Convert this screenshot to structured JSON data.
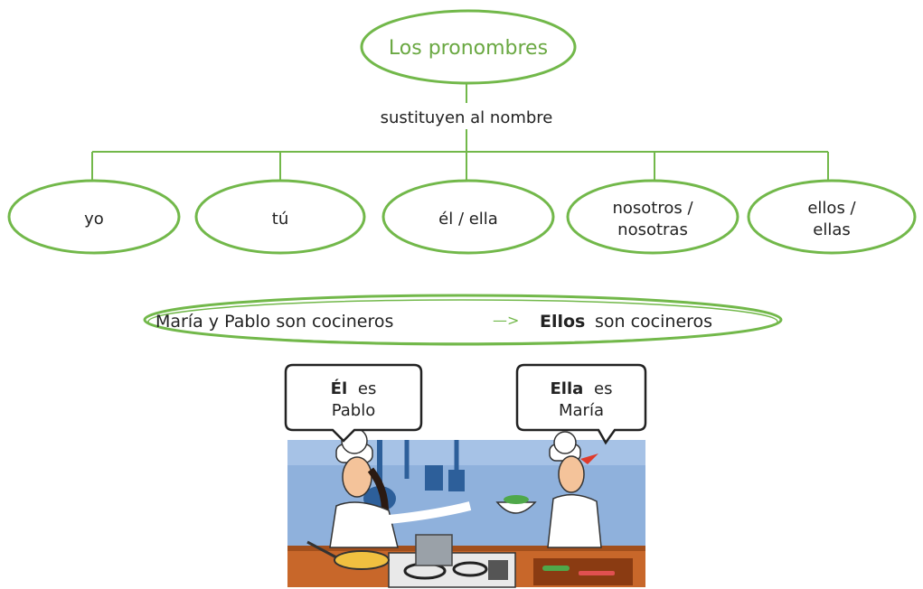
{
  "title": "Los pronombres",
  "connector": "sustituyen al nombre",
  "pronouns": [
    {
      "lines": [
        "yo"
      ]
    },
    {
      "lines": [
        "tú"
      ]
    },
    {
      "lines": [
        "él / ella"
      ]
    },
    {
      "lines": [
        "nosotros /",
        "nosotras"
      ]
    },
    {
      "lines": [
        "ellos /",
        "ellas"
      ]
    }
  ],
  "example": {
    "before": "María y Pablo son cocineros",
    "arrow": "—>",
    "after_bold": "Ellos",
    "after_rest": "son cocineros"
  },
  "bubbles": {
    "left": {
      "bold": "Él",
      "rest": "es",
      "line2": "Pablo"
    },
    "right": {
      "bold": "Ella",
      "rest": "es",
      "line2": "María"
    }
  },
  "colors": {
    "green": "#72b84a",
    "text": "#222222",
    "kitchen_bg": "#8fb1dc",
    "counter": "#c8672a"
  }
}
